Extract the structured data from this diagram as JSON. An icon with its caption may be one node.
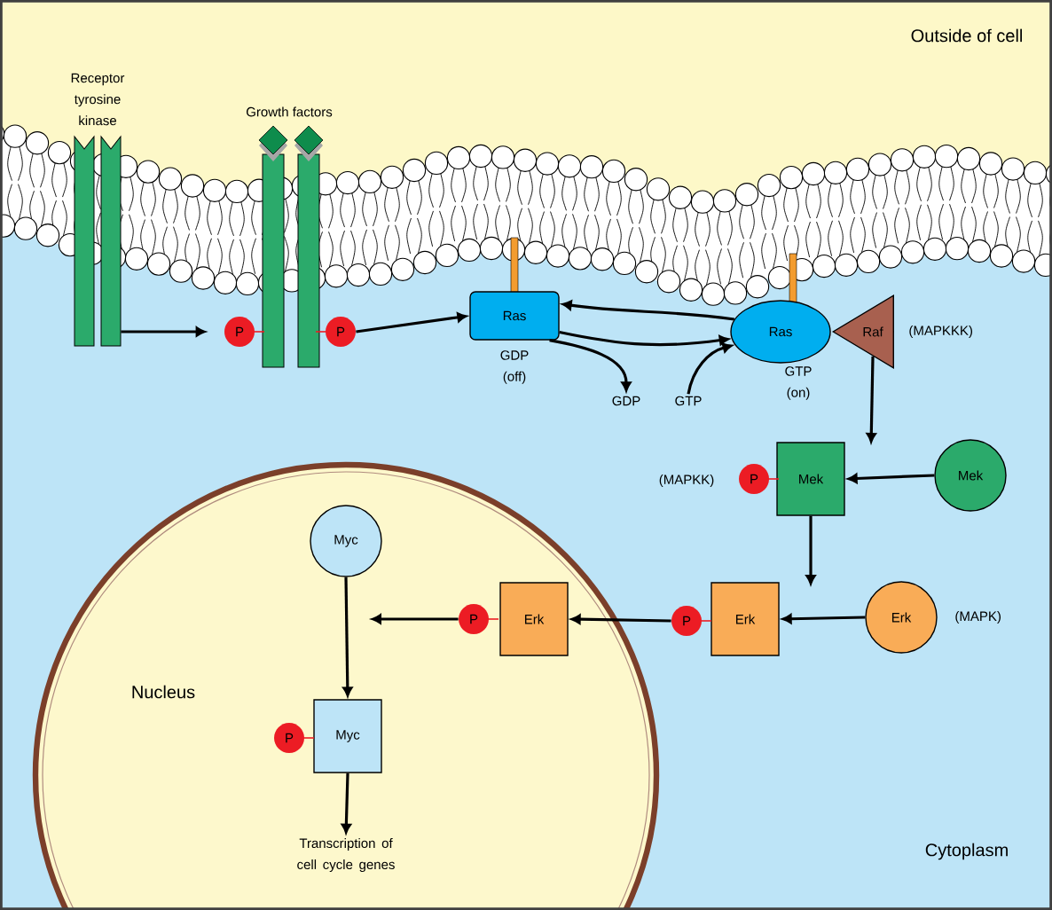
{
  "diagram": {
    "nodes": [
      {
        "text": [
          "Receptor tyrosine kinase"
        ]
      },
      {
        "text": [
          "Growth factors"
        ]
      },
      {
        "text": [
          "P"
        ]
      },
      {
        "text": [
          "P"
        ]
      },
      {
        "text": [
          "Ras"
        ],
        "beside": [
          "GDP (off)"
        ]
      },
      {
        "text": [
          "Ras"
        ],
        "beside": [
          "GTP (on)"
        ]
      },
      {
        "text": [
          "Raf"
        ],
        "beside": [
          "(MAPKKK)"
        ]
      },
      {
        "text": [
          "GDP"
        ]
      },
      {
        "text": [
          "GTP"
        ]
      },
      {
        "text": [
          "Mek"
        ]
      },
      {
        "text": [
          "Mek"
        ]
      },
      {
        "text": [
          "P"
        ]
      },
      {
        "text": [
          "Erk"
        ],
        "beside": [
          "(MAPK)"
        ]
      },
      {
        "text": [
          "Erk"
        ]
      },
      {
        "text": [
          "P"
        ]
      },
      {
        "text": [
          "Nucleus"
        ]
      },
      {
        "text": [
          "Erk"
        ],
        "in": 15
      },
      {
        "text": [
          "P"
        ],
        "in": 15
      },
      {
        "text": [
          "Myc"
        ],
        "in": 15
      },
      {
        "text": [
          "Myc"
        ],
        "in": 15
      },
      {
        "text": [
          "P"
        ],
        "in": 15
      },
      {
        "text": [
          "Transcription of cell cycle genes"
        ],
        "in": 15
      }
    ],
    "edges": [
      {
        "from": 0,
        "to": 2,
        "arrow": "to"
      },
      {
        "from": 3,
        "to": 4,
        "arrow": "to"
      },
      {
        "from": 5,
        "to": 4,
        "arrow": "to"
      },
      {
        "from": 4,
        "to": 5,
        "arrow": "to"
      },
      {
        "from": 4,
        "to": 7,
        "arrow": "to"
      },
      {
        "from": 8,
        "to": 5,
        "arrow": "to"
      },
      {
        "from": 6,
        "to": null,
        "arrow": "to"
      },
      {
        "from": 9,
        "to": 10,
        "arrow": "to"
      },
      {
        "from": 10,
        "to": null,
        "arrow": "to"
      },
      {
        "from": 12,
        "to": 13,
        "arrow": "to"
      },
      {
        "from": 14,
        "to": 16,
        "arrow": "to"
      },
      {
        "from": 17,
        "to": null,
        "arrow": "to"
      },
      {
        "from": 18,
        "to": 19,
        "arrow": "to"
      },
      {
        "from": 19,
        "to": 21,
        "arrow": "to"
      }
    ],
    "labels": [
      "Outside of cell",
      "(MAPKK)",
      "Cytoplasm"
    ]
  }
}
